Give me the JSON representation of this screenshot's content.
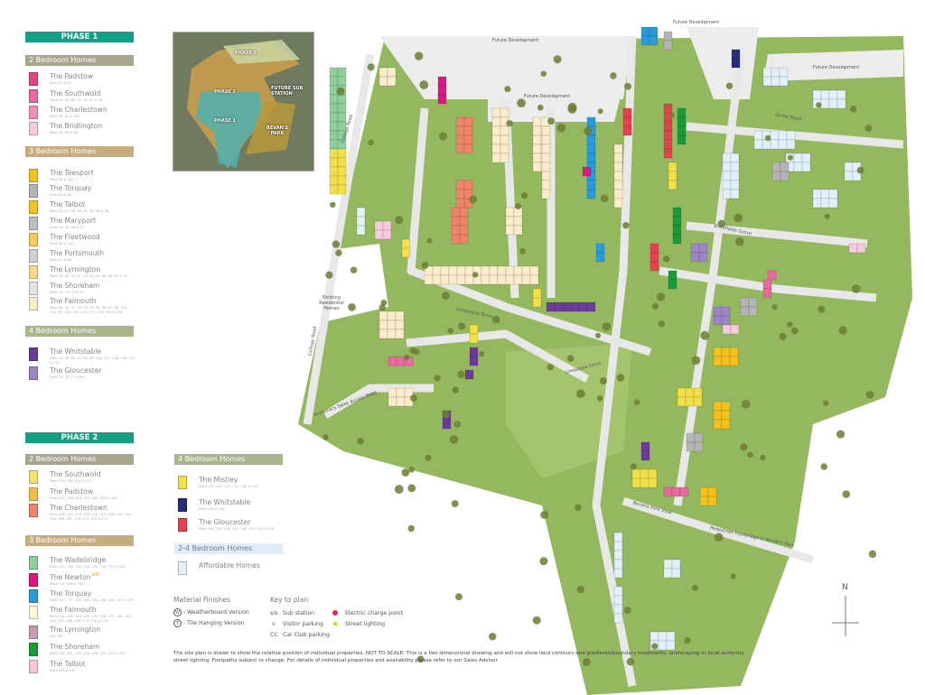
{
  "colors": {
    "phase": "#13a085",
    "bar2": "#a7a78f",
    "bar3": "#c6ad80",
    "bar4": "#a9b58d",
    "affordable_bar": "#ddeef8",
    "grass": "#93b85e",
    "road": "#e8e8e8"
  },
  "phase1": {
    "title": "PHASE 1",
    "two_bed": {
      "title": "2 Bedroom Homes",
      "items": [
        {
          "name": "The Padstow",
          "plots": "Plots 67 & 69",
          "color": "#e0457f"
        },
        {
          "name": "The Southwold",
          "plots": "Plots 41, 50, 68, 71, 75, 77 & 78",
          "color": "#e96a9e"
        },
        {
          "name": "The Charlestown",
          "plots": "Plots 58, 81 & 182",
          "color": "#f08fb5"
        },
        {
          "name": "The Bridlington",
          "plots": "Plots 38, 39 & 66",
          "color": "#f7c9dc"
        }
      ]
    },
    "three_bed": {
      "title": "3 Bedroom Homes",
      "items": [
        {
          "name": "The Teesport",
          "plots": "Plots 98 & 102",
          "color": "#f2c21e"
        },
        {
          "name": "The Torquay",
          "plots": "Plots 62 & 64",
          "color": "#b5b5b5"
        },
        {
          "name": "The Talbot",
          "plots": "Plots 42, 43, 48, 49, 61, 62, 69 & 76",
          "color": "#f2c21e"
        },
        {
          "name": "The Maryport",
          "plots": "Plots 44, 45, 46 & 47",
          "color": "#bdbdbd"
        },
        {
          "name": "The Fleetwood",
          "plots": "Plots 99 & 100",
          "color": "#f4cd5a"
        },
        {
          "name": "The Portsmouth",
          "plots": "Plots 57 & 68",
          "color": "#cfcfcf"
        },
        {
          "name": "The Lymington",
          "plots": "Plots 29, 30, 31, 51, 53, 54, 60, 65, 86, 87 & 73",
          "color": "#f6d98a"
        },
        {
          "name": "The Shoreham",
          "plots": "Plots 73, 74, 79 & 79",
          "color": "#e3e3e3"
        },
        {
          "name": "The Falmouth",
          "plots": "Plots 83, 90, 91, 92, 93, 94, 95, 96, 97, 98, 113, 114, 83, 116, 119, 120, 121, 123, 103 & 124",
          "color": "#fbeccb"
        }
      ]
    },
    "four_bed": {
      "title": "4 Bedroom Homes",
      "items": [
        {
          "name": "The Whitstable",
          "plots": "Plots 55, 56, 81, 84, 85, 99, 100, 107, 108, 109, 110 & 112",
          "color": "#6a3c98"
        },
        {
          "name": "The Gloucester",
          "plots": "Plots 72, 76, 77 & 89",
          "color": "#9e85c6"
        }
      ]
    }
  },
  "phase2": {
    "title": "PHASE 2",
    "two_bed": {
      "title": "2 Bedroom Homes",
      "items": [
        {
          "name": "The Southwold",
          "plots": "Plots 129, 136, 203 & 212",
          "color": "#f4e26a"
        },
        {
          "name": "The Padstow",
          "plots": "Plots 142, 143, 158, 170, 182, 183 & 184",
          "color": "#f2c04a"
        },
        {
          "name": "The Charlestown",
          "plots": "Plots 146, 147, 153, 150, 154, 155, 158, 159, 162, 165, 166, 167, 172, 171, 174 & 175",
          "color": "#ef8568"
        }
      ]
    },
    "three_bed": {
      "title": "3 Bedroom Homes",
      "items": [
        {
          "name": "The Wadebridge",
          "plots": "Plots 125, 128, 133, 131, 134, 135, 137 & 140",
          "color": "#8fcf9b"
        },
        {
          "name": "The Newton",
          "badge": "LW",
          "plots": "Plots 141, 186 & 187",
          "color": "#e0157f"
        },
        {
          "name": "The Torquay",
          "plots": "Plots 144, 177, 180, 181, 185, 188, 189, 193 & 195",
          "color": "#2b9ad9"
        },
        {
          "name": "The Falmouth",
          "plots": "Plots 145, 148, 149, 152, 153, 156, 157, 160, 161, 164, 165, 168, 169, 173, 174 & 176",
          "color": "#fcf6d8"
        },
        {
          "name": "The Lymington",
          "plots": "Plot 161",
          "color": "#c79cb2"
        },
        {
          "name": "The Shoreham",
          "plots": "Plots 200, 201, 205, 206, 208, 210, 214 & 215",
          "color": "#1c9a3a"
        },
        {
          "name": "The Talbot",
          "plots": "Plots 248 & 249",
          "color": "#f7c6d6"
        }
      ]
    },
    "four_bed": {
      "title": "4 Bedroom Homes",
      "items": [
        {
          "name": "The Mistley",
          "plots": "Plots 195, 122, 133, 131, 138 & 139",
          "color": "#f2e04a"
        },
        {
          "name": "The Whitstable",
          "plots": "Plots 196 & 198",
          "color": "#262d7c"
        },
        {
          "name": "The Gloucester",
          "plots": "Plots 190, 202, 205, 207, 208, 211, 213 & 216",
          "color": "#e3434f"
        }
      ]
    },
    "affordable": {
      "title": "2-4 Bedroom Homes",
      "items": [
        {
          "name": "Affordable Homes",
          "color": "#e2f0fa"
        }
      ]
    }
  },
  "material_finishes": {
    "title": "Material Finishes",
    "items": [
      {
        "symbol": "W",
        "label": " - Weatherboard Version"
      },
      {
        "symbol": "T",
        "label": " - Tile Hanging Version"
      }
    ]
  },
  "key": {
    "title": "Key to plan",
    "items": [
      {
        "symbol": "s/s",
        "label": "Sub station"
      },
      {
        "symbol": "v",
        "label": "Visitor parking"
      },
      {
        "symbol": "CC",
        "label": "Car Club parking"
      },
      {
        "symbol": "electric-charge-icon",
        "label": "Electric charge point"
      },
      {
        "symbol": "street-light-icon",
        "label": "Street lighting"
      }
    ]
  },
  "disclaimer": "The site plan is drawn to show the relative position of individual properties. NOT TO SCALE. This is a two dimensional drawing and will not show land contours and gradients/boundary treatments, landscaping or local authority street lighting. Footpaths subject to change. For details of individual properties and availability please refer to our Sales Advisor.",
  "inset": {
    "labels": [
      "PHASE 3",
      "PHASE 2",
      "FUTURE SUB STATION",
      "PHASE 1",
      "BEVAN'S PARK"
    ]
  },
  "map": {
    "labels": {
      "future1": "Future Development",
      "future2": "Future Development",
      "future3": "Future Development",
      "future4": "Future Development",
      "college1": "College Road",
      "college2": "College Road",
      "existing": "Existing Residential Homes",
      "limestone1": "Limestone Drive",
      "limestone2": "Limestone Drive",
      "ochre": "Ochre Road",
      "brickfields": "Brickfields Grove",
      "bevans_view": "Bevans Park View",
      "footbridge": "Pedestrian Footbridge to Bevan's Park",
      "temp_access": "Temporary Sales Access Road",
      "compass": "N"
    }
  }
}
